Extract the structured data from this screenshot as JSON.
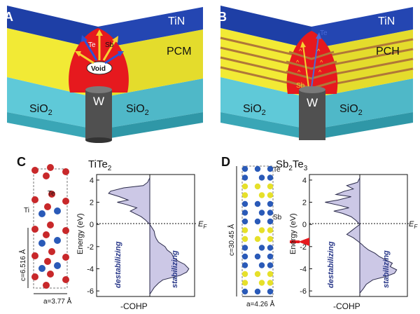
{
  "panel_a": {
    "letter": "A",
    "top_layer": "TiN",
    "middle_layer": "PCM",
    "bottom_left": "SiO",
    "bottom_right": "SiO",
    "subscript": "2",
    "electrode": "W",
    "void_label": "Void",
    "arrow_left": "Te",
    "arrow_right": "Sb",
    "colors": {
      "tin": "#1e3fa6",
      "pcm": "#f2ea35",
      "melt": "#e6191e",
      "sio2": "#5fc9d8",
      "w": "#555555"
    }
  },
  "panel_b": {
    "letter": "B",
    "top_layer": "TiN",
    "middle_layer": "PCH",
    "bottom_left": "SiO",
    "bottom_right": "SiO",
    "subscript": "2",
    "electrode": "W",
    "arrow_te": "Te",
    "arrow_sb": "Sb",
    "stripe_color": "#b07838"
  },
  "panel_c": {
    "letter": "C",
    "compound_base": "TiTe",
    "compound_sub": "2",
    "atom_te": "Te",
    "atom_ti": "Ti",
    "c_label": "c=6.516 Å",
    "a_label": "a=3.77 Å",
    "xlabel": "-COHP",
    "ylabel": "Energy (eV)",
    "yticks": [
      "4",
      "2",
      "0",
      "-2",
      "-4",
      "-6"
    ],
    "ef_label": "E",
    "ef_sub": "F",
    "destabilizing": "destabilizing",
    "stabilizing": "stabilizing"
  },
  "panel_d": {
    "letter": "D",
    "compound_a": "Sb",
    "compound_a_sub": "2",
    "compound_b": "Te",
    "compound_b_sub": "3",
    "atom_te": "Te",
    "atom_sb": "Sb",
    "c_label": "c=30.45 Å",
    "a_label": "a=4.26 Å",
    "xlabel": "-COHP",
    "ylabel": "Energy (eV)",
    "yticks": [
      "4",
      "2",
      "0",
      "-2",
      "-4",
      "-6"
    ],
    "ef_label": "E",
    "ef_sub": "F",
    "destabilizing": "destabilizing",
    "stabilizing": "stabilizing"
  },
  "chart_data": [
    {
      "type": "area",
      "title": "TiTe2",
      "xlabel": "-COHP",
      "ylabel": "Energy (eV)",
      "ylim": [
        -6.5,
        4.5
      ],
      "series": [
        {
          "y": [
            4.2,
            3.8,
            3.5,
            3.3,
            3.0,
            2.8,
            2.5,
            2.2,
            2.0,
            1.8,
            1.5,
            1.2,
            1.0,
            0.7,
            0.4,
            0.2,
            0.0,
            -0.3,
            -0.6,
            -1.0,
            -1.3,
            -1.6,
            -2.0,
            -2.3,
            -2.6,
            -3.0,
            -3.3,
            -3.6,
            -4.0,
            -4.3,
            -4.6,
            -5.0,
            -5.3,
            -5.7,
            -6.0,
            -6.3
          ],
          "x": [
            0,
            -0.05,
            -0.15,
            -0.6,
            -0.9,
            -0.95,
            -0.7,
            -0.5,
            -0.75,
            -0.55,
            -0.3,
            -0.45,
            -0.35,
            -0.2,
            -0.1,
            -0.05,
            0,
            0.05,
            0.1,
            0.12,
            0.15,
            0.2,
            0.35,
            0.4,
            0.5,
            0.55,
            0.65,
            0.8,
            0.9,
            0.85,
            0.7,
            0.3,
            0.2,
            0.1,
            0.05,
            0
          ]
        }
      ]
    },
    {
      "type": "area",
      "title": "Sb2Te3",
      "xlabel": "-COHP",
      "ylabel": "Energy (eV)",
      "ylim": [
        -6.5,
        4.5
      ],
      "series": [
        {
          "y": [
            4.2,
            3.8,
            3.5,
            3.2,
            3.0,
            2.7,
            2.5,
            2.2,
            2.0,
            1.7,
            1.5,
            1.2,
            1.0,
            0.7,
            0.4,
            0.2,
            0.0,
            -0.3,
            -0.6,
            -0.9,
            -1.2,
            -1.5,
            -1.8,
            -2.0,
            -2.3,
            -2.6,
            -2.9,
            -3.2,
            -3.5,
            -3.8,
            -4.1,
            -4.4,
            -4.7,
            -5.0,
            -5.4,
            -5.8,
            -6.2
          ],
          "x": [
            0,
            -0.05,
            -0.3,
            -0.15,
            -0.35,
            -0.55,
            -0.2,
            -0.5,
            -0.8,
            -0.45,
            -0.25,
            -0.6,
            -0.4,
            -0.2,
            -0.1,
            -0.05,
            0,
            -0.1,
            -0.2,
            -0.3,
            -0.15,
            -0.05,
            0.05,
            0.1,
            0.2,
            0.35,
            0.45,
            0.6,
            0.75,
            0.7,
            0.85,
            0.8,
            0.6,
            0.3,
            0.15,
            0.08,
            0
          ]
        }
      ]
    }
  ]
}
